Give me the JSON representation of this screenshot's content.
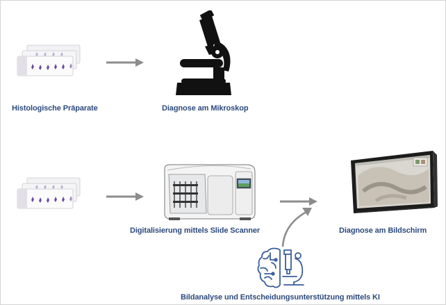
{
  "labels": {
    "slides_top": "Histologische Präparate",
    "microscope": "Diagnose am Mikroskop",
    "scanner": "Digitalisierung mittels Slide Scanner",
    "monitor": "Diagnose am Bildschirm",
    "ai": "Bildanalyse und Entscheidungsunterstützung mittels KI"
  },
  "icons": {
    "slides_top": "glass-slides-icon",
    "microscope": "microscope-icon",
    "slides_bottom": "glass-slides-icon",
    "scanner": "slide-scanner-icon",
    "monitor": "monitor-icon",
    "ai": "brain-microscope-icon"
  },
  "colors": {
    "label": "#2c4a7e",
    "arrow": "#8c8c8c",
    "ai_icon": "#3a5d9a",
    "stain": "#6b4a9e"
  }
}
